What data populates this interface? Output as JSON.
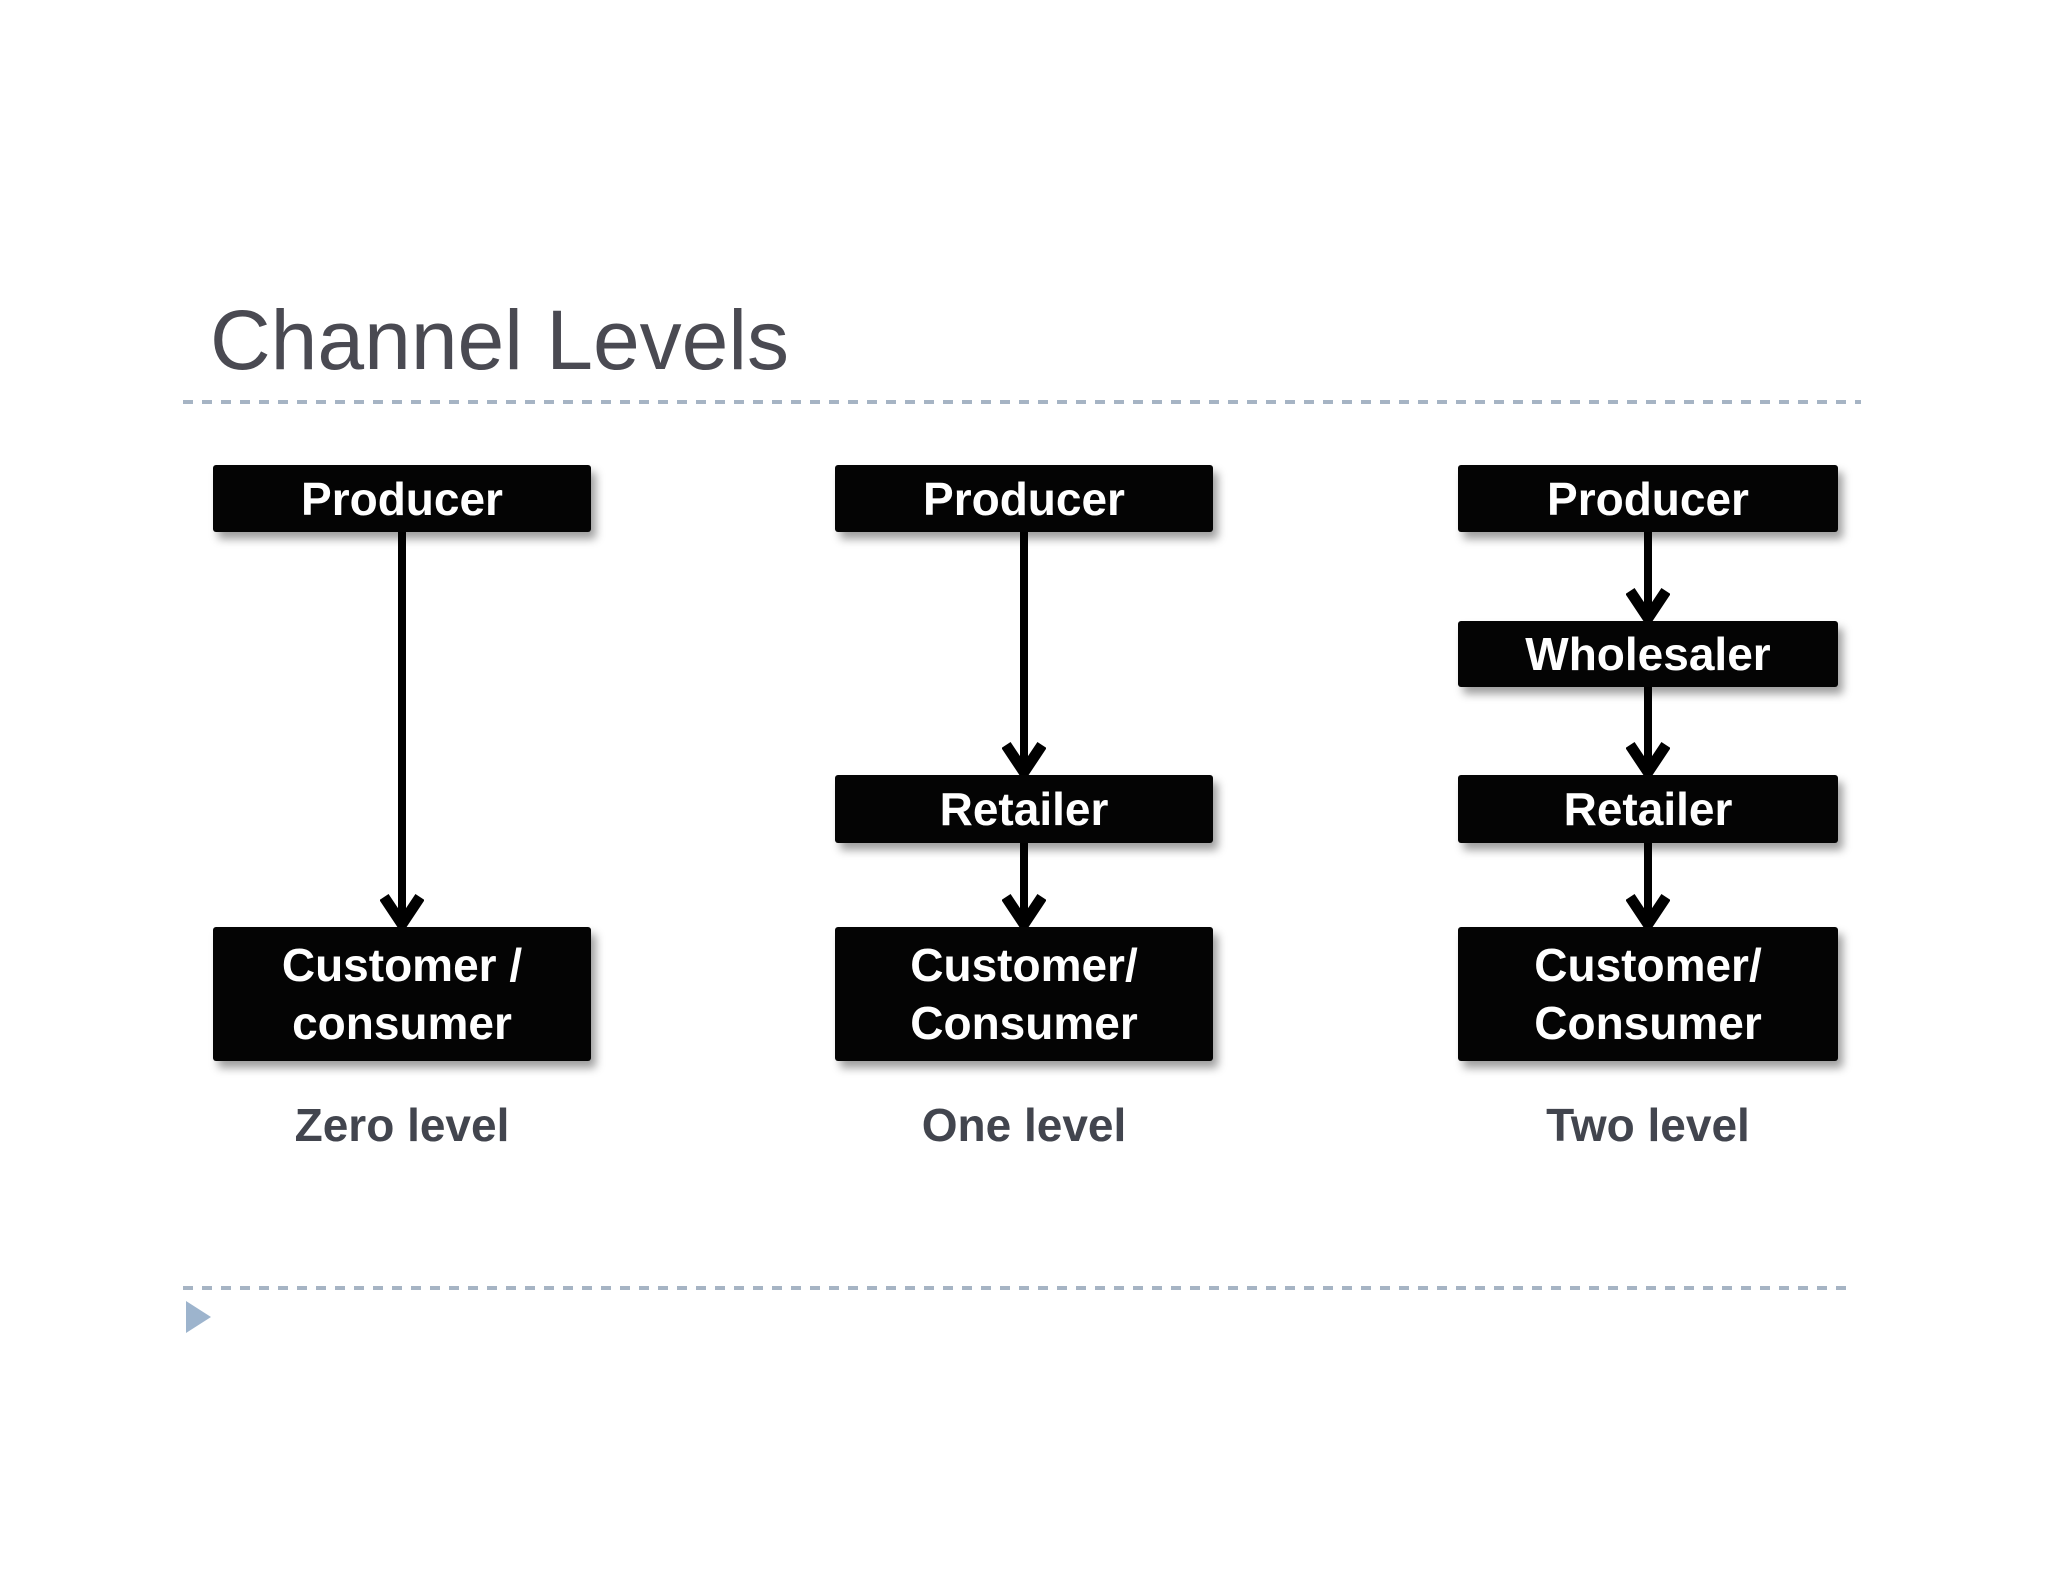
{
  "slide": {
    "title": "Channel Levels"
  },
  "theme": {
    "slide_bg": "#ffffff",
    "title_color": "#4a4a52",
    "divider_color": "#a6b4c4",
    "triangle_color": "#9db4cd",
    "node_bg": "#040404",
    "node_text": "#ffffff",
    "arrow_color": "#000000",
    "caption_color": "#42454e"
  },
  "diagram": {
    "columns": [
      {
        "caption": "Zero level",
        "nodes": [
          {
            "label": "Producer"
          },
          {
            "label": "Customer /\nconsumer"
          }
        ]
      },
      {
        "caption": "One level",
        "nodes": [
          {
            "label": "Producer"
          },
          {
            "label": "Retailer"
          },
          {
            "label": "Customer/\nConsumer"
          }
        ]
      },
      {
        "caption": "Two level",
        "nodes": [
          {
            "label": "Producer"
          },
          {
            "label": "Wholesaler"
          },
          {
            "label": "Retailer"
          },
          {
            "label": "Customer/\nConsumer"
          }
        ]
      }
    ]
  }
}
